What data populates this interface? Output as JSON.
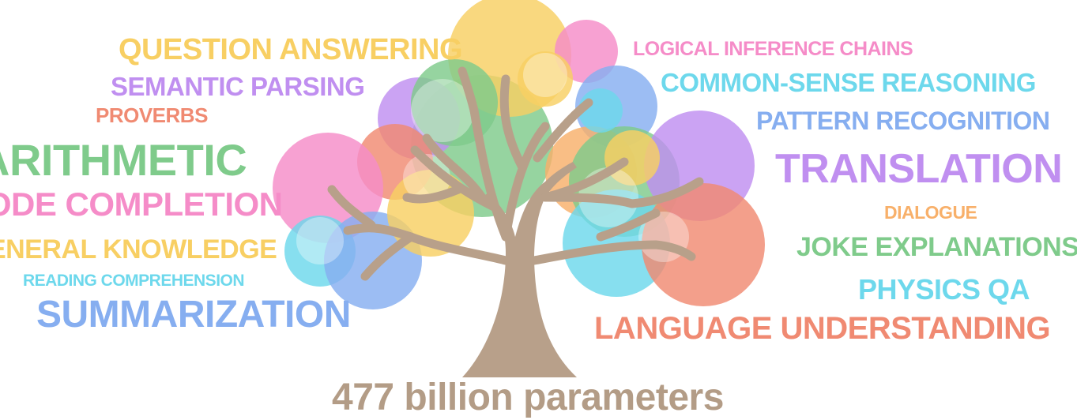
{
  "caption": "477 billion parameters",
  "colors": {
    "trunk": "#b8a08a",
    "yellow": "#f8cf63",
    "purple": "#c08ff0",
    "salmon": "#f08a72",
    "green": "#7fcb8b",
    "pink": "#f58cc8",
    "orange": "#f8b06a",
    "blue": "#86aef0",
    "cyan": "#6dd8ec"
  },
  "capabilities": [
    {
      "id": "question-answering",
      "text": "QUESTION ANSWERING",
      "color": "yellow"
    },
    {
      "id": "semantic-parsing",
      "text": "SEMANTIC PARSING",
      "color": "purple"
    },
    {
      "id": "proverbs",
      "text": "PROVERBS",
      "color": "salmon"
    },
    {
      "id": "arithmetic",
      "text": "ARITHMETIC",
      "color": "green"
    },
    {
      "id": "code-completion",
      "text": "CODE COMPLETION",
      "color": "pink"
    },
    {
      "id": "general-knowledge",
      "text": "GENERAL KNOWLEDGE",
      "color": "yellow"
    },
    {
      "id": "reading-comprehension",
      "text": "READING COMPREHENSION",
      "color": "cyan"
    },
    {
      "id": "summarization",
      "text": "SUMMARIZATION",
      "color": "blue"
    },
    {
      "id": "logical-inference-chains",
      "text": "LOGICAL INFERENCE CHAINS",
      "color": "pink"
    },
    {
      "id": "common-sense-reasoning",
      "text": "COMMON-SENSE REASONING",
      "color": "cyan"
    },
    {
      "id": "pattern-recognition",
      "text": "PATTERN RECOGNITION",
      "color": "blue"
    },
    {
      "id": "translation",
      "text": "TRANSLATION",
      "color": "purple"
    },
    {
      "id": "dialogue",
      "text": "DIALOGUE",
      "color": "orange"
    },
    {
      "id": "joke-explanations",
      "text": "JOKE EXPLANATIONS",
      "color": "green"
    },
    {
      "id": "physics-qa",
      "text": "PHYSICS QA",
      "color": "cyan"
    },
    {
      "id": "language-understanding",
      "text": "LANGUAGE UNDERSTANDING",
      "color": "salmon"
    }
  ]
}
